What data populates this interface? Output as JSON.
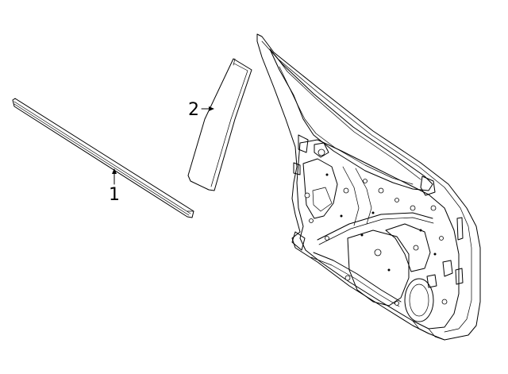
{
  "callouts": [
    {
      "number": "1",
      "part": "belt-molding"
    },
    {
      "number": "2",
      "part": "applique-trim"
    }
  ],
  "colors": {
    "line": "#000000",
    "background": "#ffffff"
  }
}
